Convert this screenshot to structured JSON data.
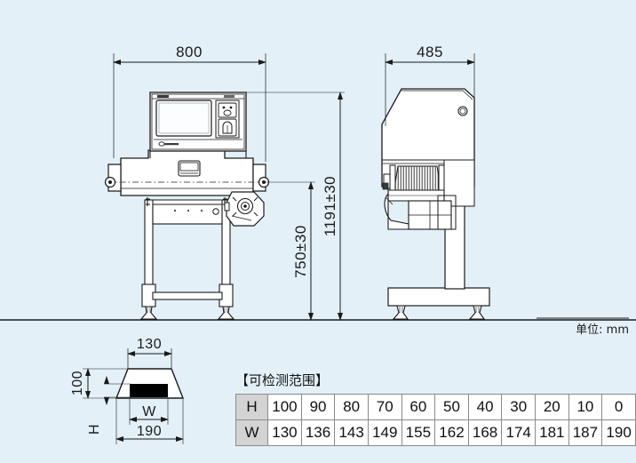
{
  "page": {
    "background_color": "#e3f0f8",
    "line_color": "#1a1a1a",
    "unit_note": "单位: mm"
  },
  "front_view": {
    "name": "front-elevation",
    "dimensions": {
      "overall_width": "800",
      "overall_height": "1191±30",
      "conveyor_height": "750±30"
    }
  },
  "side_view": {
    "name": "side-elevation",
    "dimensions": {
      "overall_depth": "485"
    }
  },
  "aperture_view": {
    "name": "tunnel-aperture-section",
    "dimensions": {
      "top_width": "130",
      "bottom_width": "190",
      "height": "100",
      "label_w": "W",
      "label_h": "H"
    }
  },
  "spec_table": {
    "caption": "【可检测范围】",
    "rows": [
      {
        "header": "H",
        "values": [
          "100",
          "90",
          "80",
          "70",
          "60",
          "50",
          "40",
          "30",
          "20",
          "10",
          "0"
        ]
      },
      {
        "header": "W",
        "values": [
          "130",
          "136",
          "143",
          "149",
          "155",
          "162",
          "168",
          "174",
          "181",
          "187",
          "190"
        ]
      }
    ]
  }
}
